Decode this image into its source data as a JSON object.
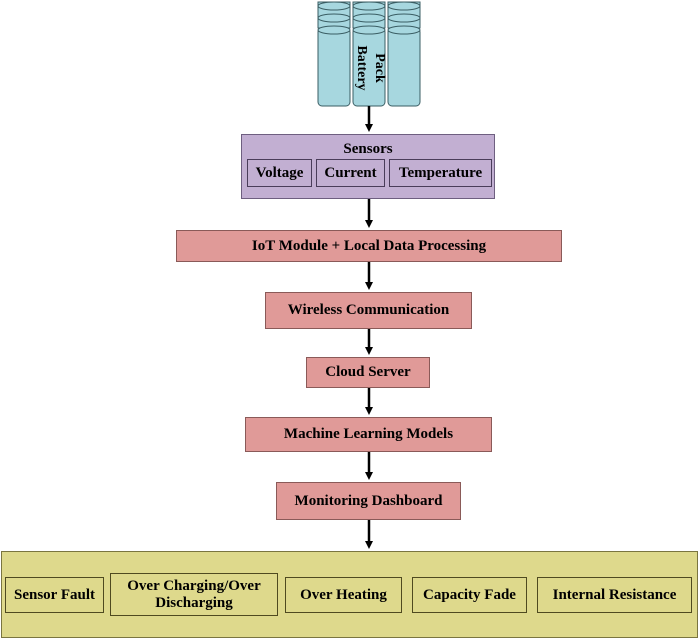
{
  "battery": {
    "label_line1": "Battery",
    "label_line2": "Pack"
  },
  "sensors": {
    "title": "Sensors",
    "items": [
      "Voltage",
      "Current",
      "Temperature"
    ]
  },
  "pipeline": [
    "IoT Module + Local Data Processing",
    "Wireless Communication",
    "Cloud Server",
    "Machine Learning Models",
    "Monitoring Dashboard"
  ],
  "outcomes": [
    "Sensor Fault",
    "Over Charging/Over Discharging",
    "Over Heating",
    "Capacity Fade",
    "Internal Resistance"
  ],
  "colors": {
    "battery_fill": "#a7d7df",
    "sensors_fill": "#c2afd2",
    "pipeline_fill": "#e09a98",
    "outcomes_fill": "#ded98c"
  }
}
